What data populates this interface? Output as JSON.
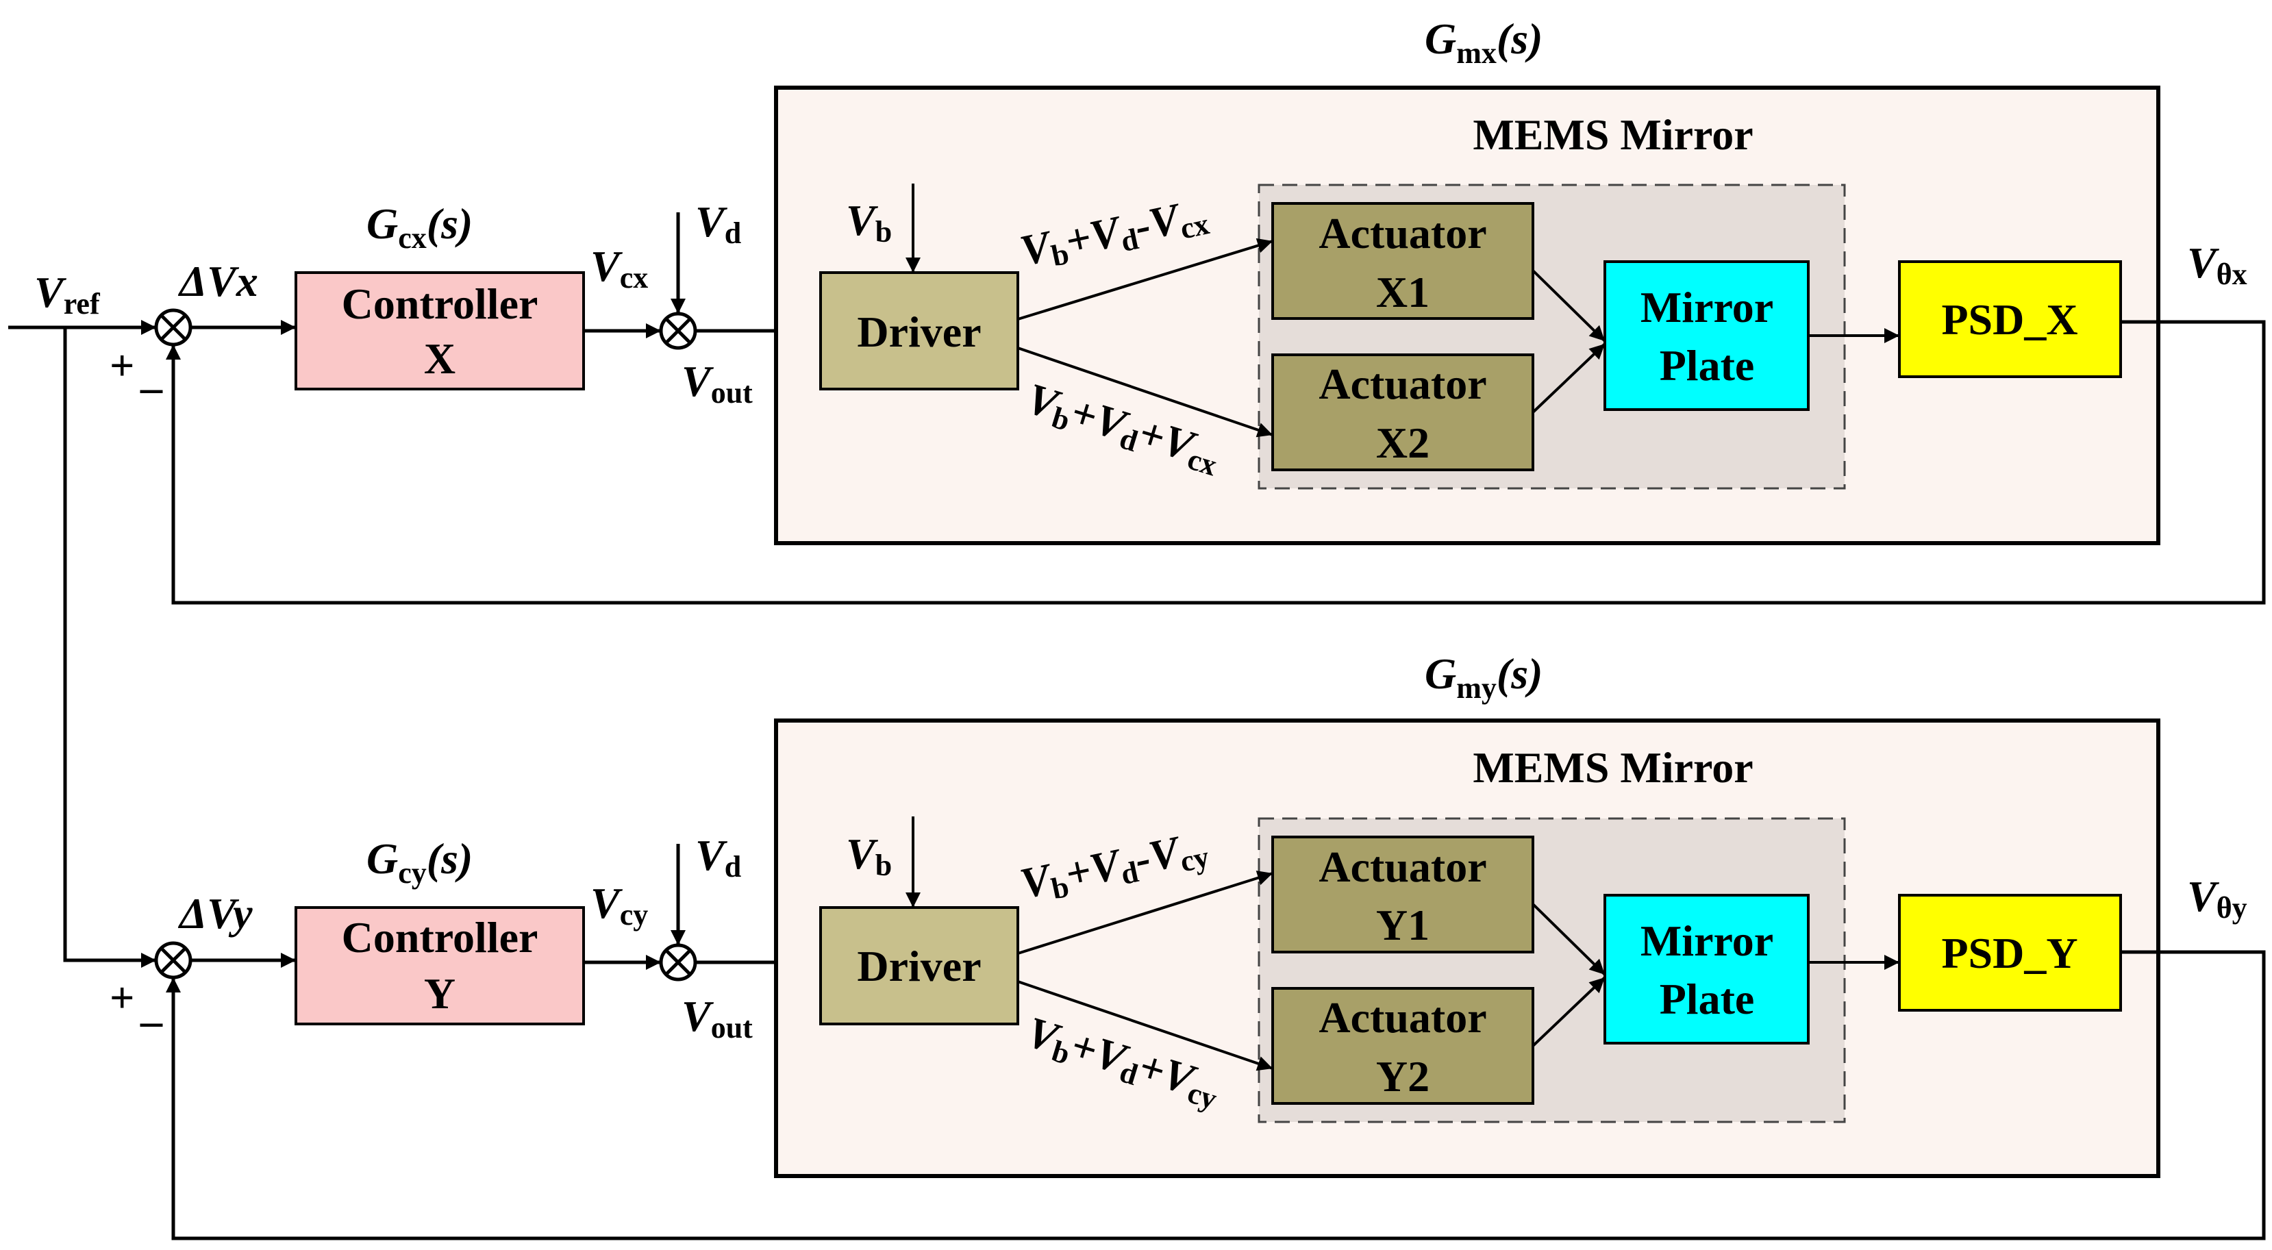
{
  "colors": {
    "mems_fill": "#fcf4f0",
    "actuator_group_fill": "#e5ddd9",
    "controller_fill": "#fac8c8",
    "driver_fill": "#c8c08c",
    "actuator_fill": "#a8a068",
    "mirror_fill": "#00ffff",
    "psd_fill": "#ffff00"
  },
  "labels": {
    "v": "V",
    "ref": "ref",
    "plus": "+",
    "minus": "_",
    "d": "d",
    "out": "out",
    "b": "b",
    "plus_op": "+",
    "minus_op": "-"
  },
  "loops": [
    {
      "axis": "x",
      "delta_v": "ΔVx",
      "delta": "ΔV",
      "axis_var": "x",
      "controller_tf": {
        "g": "G",
        "sub": "cx",
        "s": "(s)"
      },
      "controller_label": [
        "Controller",
        "X"
      ],
      "vc_sub": "cx",
      "plant_tf": {
        "g": "G",
        "sub": "mx",
        "s": "(s)"
      },
      "mems_title": "MEMS Mirror",
      "driver_label": "Driver",
      "actuator_1": [
        "Actuator",
        "X1"
      ],
      "actuator_2": [
        "Actuator",
        "X2"
      ],
      "mirror_label": [
        "Mirror",
        "Plate"
      ],
      "psd_label": "PSD_X",
      "output_sub": "θx"
    },
    {
      "axis": "y",
      "delta_v": "ΔVy",
      "delta": "ΔV",
      "axis_var": "y",
      "controller_tf": {
        "g": "G",
        "sub": "cy",
        "s": "(s)"
      },
      "controller_label": [
        "Controller",
        "Y"
      ],
      "vc_sub": "cy",
      "plant_tf": {
        "g": "G",
        "sub": "my",
        "s": "(s)"
      },
      "mems_title": "MEMS Mirror",
      "driver_label": "Driver",
      "actuator_1": [
        "Actuator",
        "Y1"
      ],
      "actuator_2": [
        "Actuator",
        "Y2"
      ],
      "mirror_label": [
        "Mirror",
        "Plate"
      ],
      "psd_label": "PSD_Y",
      "output_sub": "θy"
    }
  ]
}
